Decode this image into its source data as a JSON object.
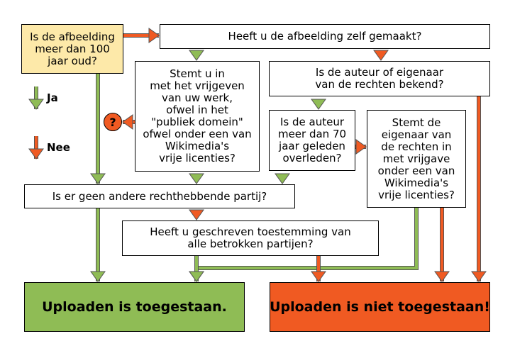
{
  "colors": {
    "yes": "#8fbc55",
    "no": "#f05a22",
    "start": "#fde9a9"
  },
  "legend": {
    "yes": "Ja",
    "no": "Nee"
  },
  "nodes": {
    "start": "Is de afbeelding\nmeer dan 100\njaar oud?",
    "self_made": "Heeft u de afbeelding zelf gemaakt?",
    "agree_release": "Stemt u in\nmet het vrijgeven\nvan uw werk,\nofwel in het\n\"publiek domein\"\nofwel onder een van\nWikimedia's\nvrije licenties?",
    "author_known": "Is de auteur of eigenaar\nvan de rechten bekend?",
    "author_70": "Is de auteur\nmeer dan 70\njaar geleden\noverleden?",
    "owner_agrees": "Stemt de\neigenaar van\nde rechten in\nmet vrijgave\nonder een van\nWikimedia's\nvrije licenties?",
    "no_other_party": "Is er geen andere rechthebbende partij?",
    "written_permission": "Heeft u geschreven toestemming van\nalle betrokken partijen?",
    "allowed": "Uploaden is toegestaan.",
    "not_allowed": "Uploaden is niet toegestaan!",
    "unknown": "?"
  }
}
